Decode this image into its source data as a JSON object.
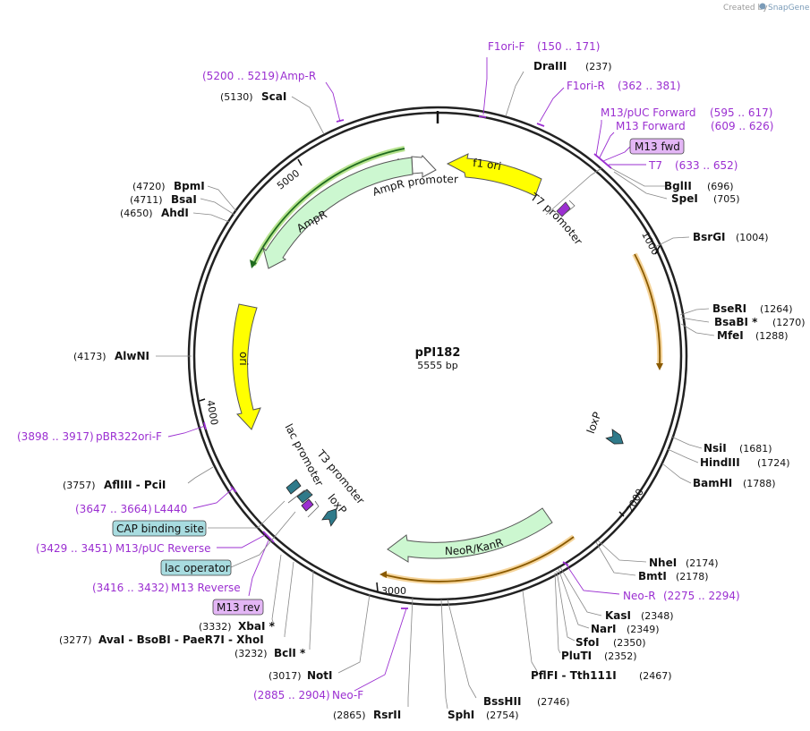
{
  "credit": {
    "prefix": "Created by",
    "brand": "SnapGene"
  },
  "plasmid": {
    "name": "pPI182",
    "size_label": "5555 bp",
    "length": 5555
  },
  "ticks": [
    {
      "pos": 1000,
      "label": "1000"
    },
    {
      "pos": 2000,
      "label": "2000"
    },
    {
      "pos": 3000,
      "label": "3000"
    },
    {
      "pos": 4000,
      "label": "4000"
    },
    {
      "pos": 5000,
      "label": "5000"
    }
  ],
  "enzymes": [
    {
      "name": "DraIII",
      "pos_label": "(237)"
    },
    {
      "name": "BglII",
      "pos_label": "(696)"
    },
    {
      "name": "SpeI",
      "pos_label": "(705)"
    },
    {
      "name": "BsrGI",
      "pos_label": "(1004)"
    },
    {
      "name": "BseRI",
      "pos_label": "(1264)"
    },
    {
      "name": "BsaBI *",
      "pos_label": "(1270)"
    },
    {
      "name": "MfeI",
      "pos_label": "(1288)"
    },
    {
      "name": "NsiI",
      "pos_label": "(1681)"
    },
    {
      "name": "HindIII",
      "pos_label": "(1724)"
    },
    {
      "name": "BamHI",
      "pos_label": "(1788)"
    },
    {
      "name": "NheI",
      "pos_label": "(2174)"
    },
    {
      "name": "BmtI",
      "pos_label": "(2178)"
    },
    {
      "name": "KasI",
      "pos_label": "(2348)"
    },
    {
      "name": "NarI",
      "pos_label": "(2349)"
    },
    {
      "name": "SfoI",
      "pos_label": "(2350)"
    },
    {
      "name": "PluTI",
      "pos_label": "(2352)"
    },
    {
      "name": "PflFI - Tth111I",
      "pos_label": "(2467)"
    },
    {
      "name": "BssHII",
      "pos_label": "(2746)"
    },
    {
      "name": "SphI",
      "pos_label": "(2754)"
    },
    {
      "name": "RsrII",
      "pos_label": "(2865)"
    },
    {
      "name": "NotI",
      "pos_label": "(3017)"
    },
    {
      "name": "BclI *",
      "pos_label": "(3232)"
    },
    {
      "name": "AvaI - BsoBI - PaeR7I - XhoI",
      "pos_label": "(3277)"
    },
    {
      "name": "XbaI *",
      "pos_label": "(3332)"
    },
    {
      "name": "AflIII - PciI",
      "pos_label": "(3757)"
    },
    {
      "name": "AlwNI",
      "pos_label": "(4173)"
    },
    {
      "name": "AhdI",
      "pos_label": "(4650)"
    },
    {
      "name": "BsaI",
      "pos_label": "(4711)"
    },
    {
      "name": "BpmI",
      "pos_label": "(4720)"
    },
    {
      "name": "ScaI",
      "pos_label": "(5130)"
    }
  ],
  "primers": [
    {
      "name": "F1ori-F",
      "range": "(150 .. 171)"
    },
    {
      "name": "F1ori-R",
      "range": "(362 .. 381)"
    },
    {
      "name": "M13/pUC Forward",
      "range": "(595 .. 617)"
    },
    {
      "name": "M13 Forward",
      "range": "(609 .. 626)"
    },
    {
      "name": "T7",
      "range": "(633 .. 652)"
    },
    {
      "name": "Neo-R",
      "range": "(2275 .. 2294)"
    },
    {
      "name": "Neo-F",
      "range": "(2885 .. 2904)"
    },
    {
      "name": "M13 Reverse",
      "range": "(3416 .. 3432)"
    },
    {
      "name": "M13/pUC Reverse",
      "range": "(3429 .. 3451)"
    },
    {
      "name": "L4440",
      "range": "(3647 .. 3664)"
    },
    {
      "name": "pBR322ori-F",
      "range": "(3898 .. 3917)"
    },
    {
      "name": "Amp-R",
      "range": "(5200 .. 5219)"
    }
  ],
  "features": [
    {
      "name": "f1 ori"
    },
    {
      "name": "AmpR promoter"
    },
    {
      "name": "AmpR"
    },
    {
      "name": "ori"
    },
    {
      "name": "T7 promoter"
    },
    {
      "name": "loxP"
    },
    {
      "name": "loxP"
    },
    {
      "name": "NeoR/KanR"
    },
    {
      "name": "lac promoter"
    },
    {
      "name": "T3 promoter"
    }
  ],
  "boxed_labels": [
    {
      "name": "M13 fwd"
    },
    {
      "name": "CAP binding site"
    },
    {
      "name": "lac operator"
    },
    {
      "name": "M13 rev"
    }
  ],
  "colors": {
    "backbone": "#222222",
    "f1_ori": "#ffff00",
    "ori": "#ffff00",
    "ampr": "#ccf7d0",
    "neor": "#ccf7d0",
    "orf_arc": "#f5a623",
    "primer": "#9b2fd1",
    "loxp": "#2f7a8a",
    "box_blue": "#a8dce0",
    "box_purple": "#e3b6f5"
  }
}
